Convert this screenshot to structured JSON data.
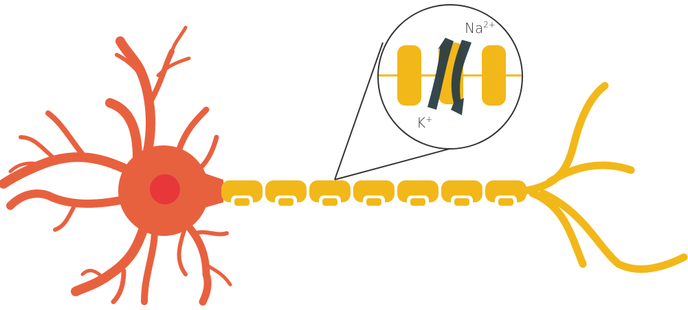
{
  "diagram": {
    "labels": {
      "sodium": "Na",
      "sodium_charge": "2+",
      "potassium": "K",
      "potassium_charge": "+"
    },
    "colors": {
      "soma": "#E8613F",
      "nucleus": "#E8373A",
      "axon": "#F2B81A",
      "channel_arrows": "#2A3D44",
      "outline": "#333333"
    },
    "parts": [
      "dendrites",
      "soma",
      "nucleus",
      "myelin-segments",
      "axon-terminals",
      "ion-channel-magnifier"
    ]
  }
}
